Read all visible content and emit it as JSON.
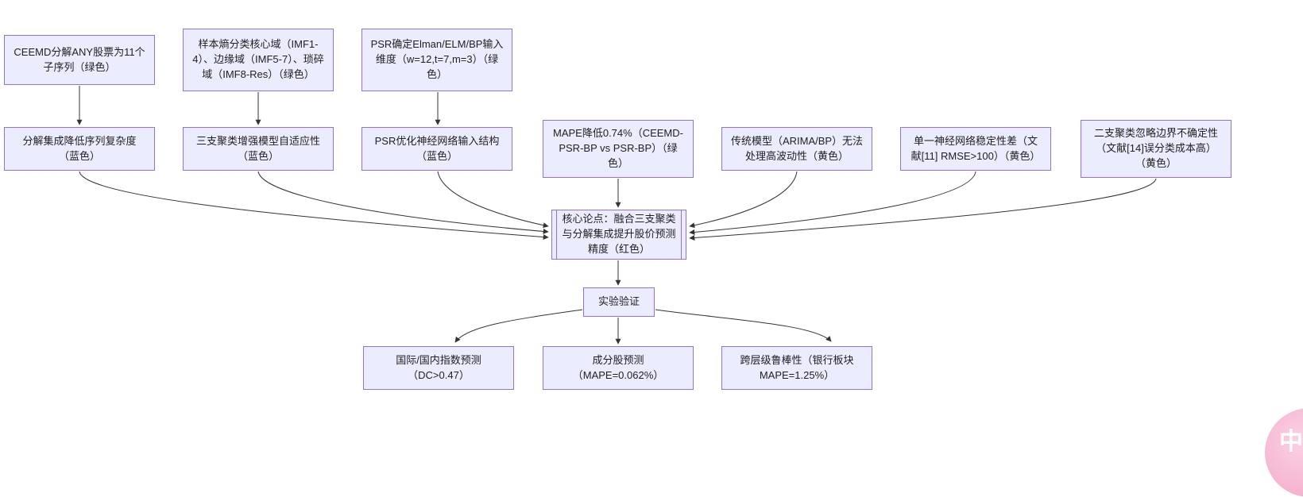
{
  "diagram": {
    "type": "flowchart",
    "nodes": [
      {
        "id": "A",
        "label": "CEEMD分解ANY股票为11个子序列（绿色）"
      },
      {
        "id": "B",
        "label": "样本熵分类核心域（IMF1-4）、边缘域（IMF5-7）、琐碎域（IMF8-Res）（绿色）"
      },
      {
        "id": "C",
        "label": "PSR确定Elman/ELM/BP输入维度（w=12,t=7,m=3）（绿色）"
      },
      {
        "id": "D",
        "label": "分解集成降低序列复杂度（蓝色）"
      },
      {
        "id": "E",
        "label": "三支聚类增强模型自适应性（蓝色）"
      },
      {
        "id": "F",
        "label": "PSR优化神经网络输入结构（蓝色）"
      },
      {
        "id": "G",
        "label": "MAPE降低0.74%（CEEMD-PSR-BP vs PSR-BP）（绿色）"
      },
      {
        "id": "H",
        "label": "传统模型（ARIMA/BP）无法处理高波动性（黄色）"
      },
      {
        "id": "I",
        "label": "单一神经网络稳定性差（文献[11] RMSE>100）（黄色）"
      },
      {
        "id": "J",
        "label": "二支聚类忽略边界不确定性（文献[14]误分类成本高）（黄色）"
      },
      {
        "id": "K",
        "label": "核心论点：融合三支聚类与分解集成提升股价预测精度（红色）"
      },
      {
        "id": "L",
        "label": "实验验证"
      },
      {
        "id": "M",
        "label": "国际/国内指数预测（DC>0.47）"
      },
      {
        "id": "N",
        "label": "成分股预测（MAPE=0.062%）"
      },
      {
        "id": "O",
        "label": "跨层级鲁棒性（银行板块MAPE=1.25%）"
      }
    ],
    "edges": [
      {
        "from": "A",
        "to": "D"
      },
      {
        "from": "B",
        "to": "E"
      },
      {
        "from": "C",
        "to": "F"
      },
      {
        "from": "D",
        "to": "K"
      },
      {
        "from": "E",
        "to": "K"
      },
      {
        "from": "F",
        "to": "K"
      },
      {
        "from": "G",
        "to": "K"
      },
      {
        "from": "H",
        "to": "K"
      },
      {
        "from": "I",
        "to": "K"
      },
      {
        "from": "J",
        "to": "K"
      },
      {
        "from": "K",
        "to": "L"
      },
      {
        "from": "L",
        "to": "M"
      },
      {
        "from": "L",
        "to": "N"
      },
      {
        "from": "L",
        "to": "O"
      }
    ],
    "colors": {
      "node_fill": "#ECECFF",
      "node_border": "#9370DB",
      "edge_stroke": "#333333",
      "text": "#1f1f1f"
    }
  },
  "translate_button": {
    "label": "中A",
    "bg": "#f6b3d0"
  }
}
